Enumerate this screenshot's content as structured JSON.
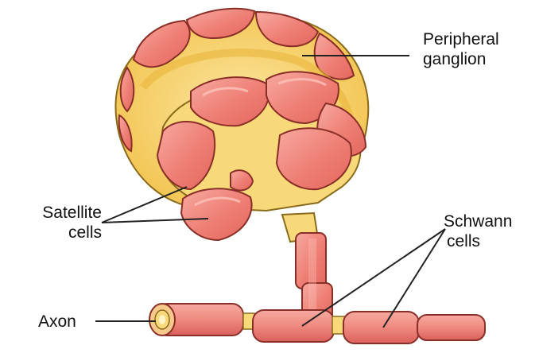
{
  "labels": {
    "peripheral_ganglion": {
      "line1": "Peripheral",
      "line2": "ganglion"
    },
    "satellite_cells": {
      "line1": "Satellite",
      "line2": "cells"
    },
    "schwann_cells": {
      "line1": "Schwann",
      "line2": "cells"
    },
    "axon": "Axon"
  },
  "colors": {
    "cell_fill": "#ee7e74",
    "cell_highlight": "#f6a89f",
    "cell_outline": "#8a2f28",
    "matrix_yellow": "#f5cf5f",
    "matrix_light": "#fbe7a3",
    "leader_line": "#222222"
  }
}
